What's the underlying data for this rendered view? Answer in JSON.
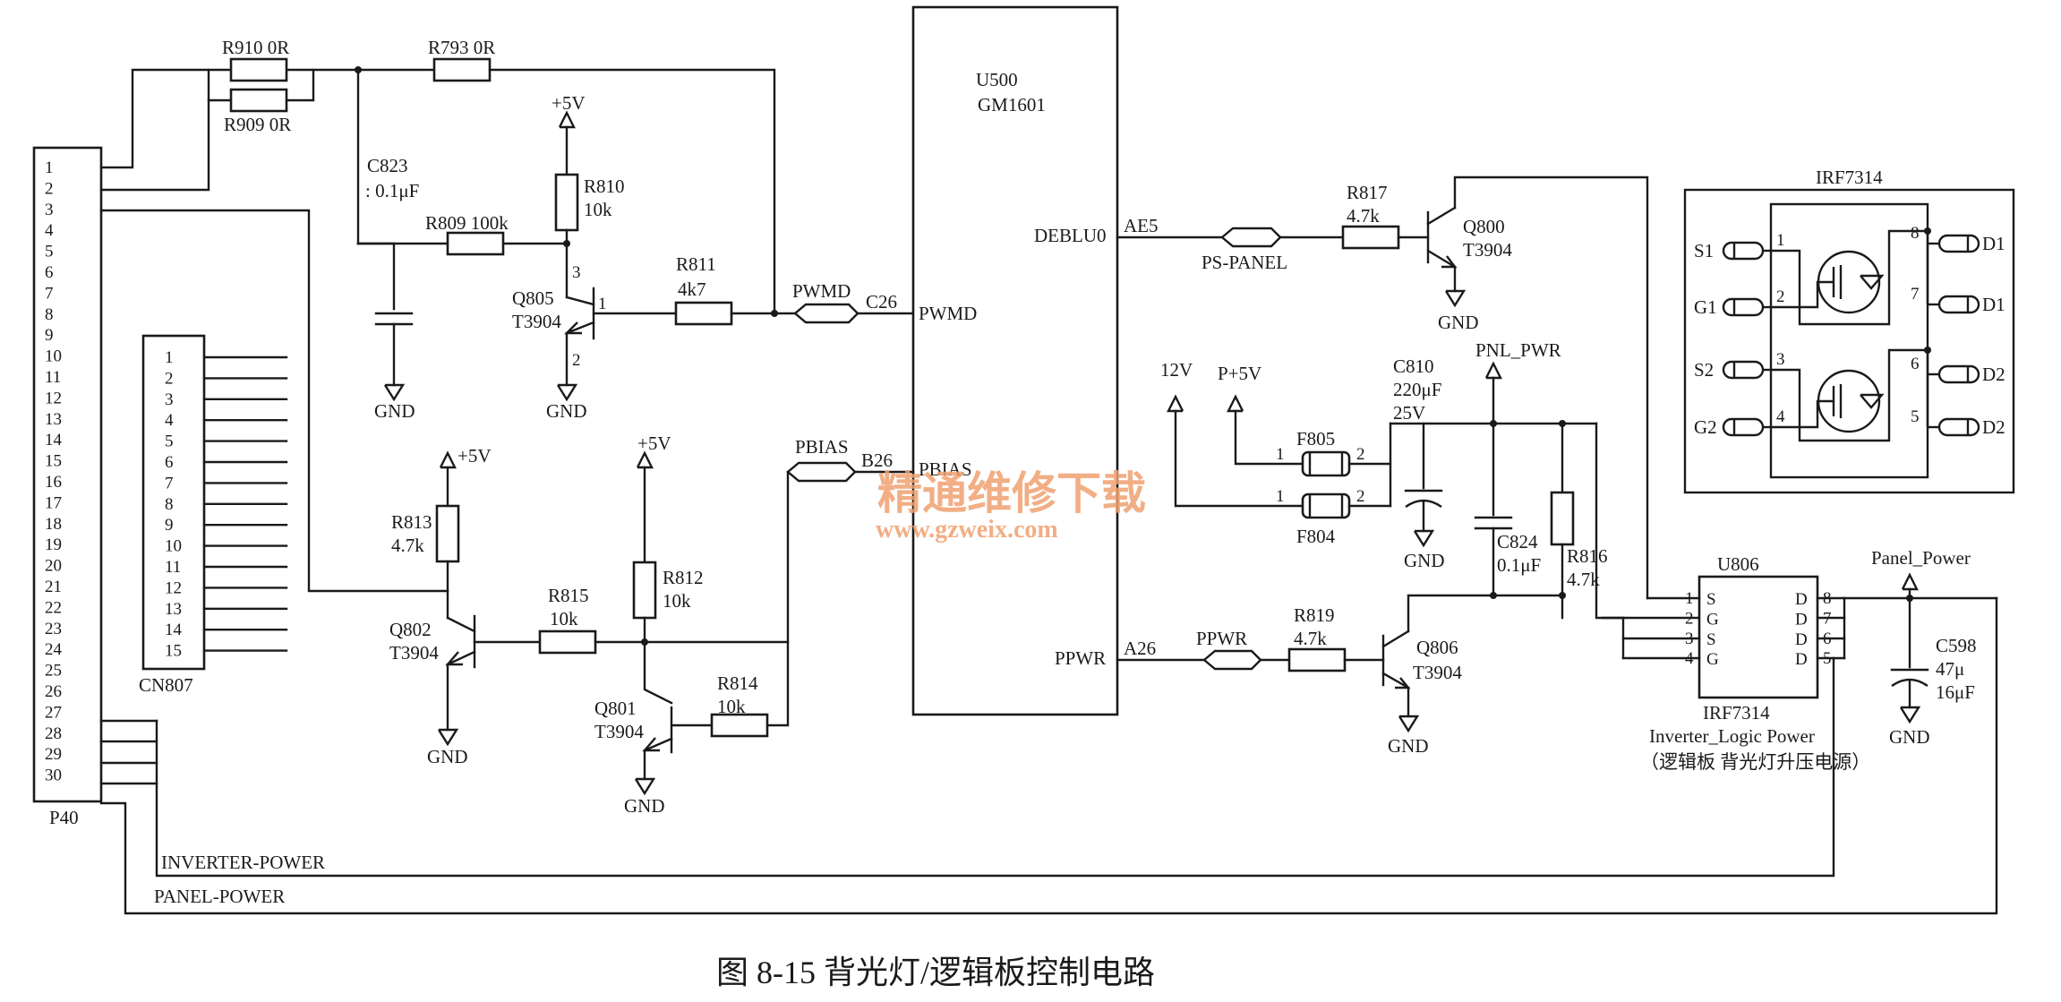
{
  "caption": "图 8-15   背光灯/逻辑板控制电路",
  "watermark": {
    "cn": "精通维修下载",
    "url": "www.gzweix.com",
    "color": "#f0a070"
  },
  "connector_p40": {
    "name": "P40",
    "pins": [
      "1",
      "2",
      "3",
      "4",
      "5",
      "6",
      "7",
      "8",
      "9",
      "10",
      "11",
      "12",
      "13",
      "14",
      "15",
      "16",
      "17",
      "18",
      "19",
      "20",
      "21",
      "22",
      "23",
      "24",
      "25",
      "26",
      "27",
      "28",
      "29",
      "30"
    ]
  },
  "connector_cn807": {
    "name": "CN807",
    "pins": [
      "1",
      "2",
      "3",
      "4",
      "5",
      "6",
      "7",
      "8",
      "9",
      "10",
      "11",
      "12",
      "13",
      "14",
      "15"
    ]
  },
  "ic_u500": {
    "ref": "U500",
    "part": "GM1601",
    "pin_deblu": "DEBLU0",
    "pin_pwmd": "PWMD",
    "pin_pbias": "PBIAS",
    "pin_ppwr": "PPWR"
  },
  "resistors": {
    "r910": "R910  0R",
    "r909": "R909  0R",
    "r793": "R793 0R",
    "r809": "R809 100k",
    "r810": "R810",
    "r810_val": "10k",
    "r811": "R811",
    "r811_val": "4k7",
    "r813": "R813",
    "r813_val": "4.7k",
    "r815": "R815",
    "r815_val": "10k",
    "r812": "R812",
    "r812_val": "10k",
    "r814": "R814",
    "r814_val": "10k",
    "r817": "R817",
    "r817_val": "4.7k",
    "r819": "R819",
    "r819_val": "4.7k",
    "r816": "R816",
    "r816_val": "4.7k"
  },
  "capacitors": {
    "c823": "C823",
    "c823_val": ": 0.1μF",
    "c810": "C810",
    "c810_val1": "220μF",
    "c810_val2": "25V",
    "c824": "C824",
    "c824_val": "0.1μF",
    "c598": "C598",
    "c598_val1": "47μ",
    "c598_val2": "16μF"
  },
  "transistors": {
    "q805": "Q805",
    "q802": "Q802",
    "q801": "Q801",
    "q800": "Q800",
    "q806": "Q806",
    "type": "T3904"
  },
  "ferrites": {
    "f805": "F805",
    "f804": "F804"
  },
  "nets": {
    "gnd": "GND",
    "plus5v": "+5V",
    "v12": "12V",
    "p5v": "P+5V",
    "pnl_pwr": "PNL_PWR",
    "panel_power": "Panel_Power",
    "ps_panel": "PS-PANEL",
    "pwmd": "PWMD",
    "pbias": "PBIAS",
    "ppwr": "PPWR",
    "inverter_power": "INVERTER-POWER",
    "panel_power_bus": "PANEL-POWER",
    "ae5": "AE5",
    "c26": "C26",
    "b26": "B26",
    "a26": "A26"
  },
  "u806": {
    "ref": "U806",
    "part": "IRF7314",
    "desc": "Inverter_Logic Power",
    "note": "（逻辑板  背光灯升压电源）",
    "left_pins": [
      {
        "num": "1",
        "name": "S"
      },
      {
        "num": "2",
        "name": "G"
      },
      {
        "num": "3",
        "name": "S"
      },
      {
        "num": "4",
        "name": "G"
      }
    ],
    "right_pins": [
      {
        "num": "8",
        "name": "D"
      },
      {
        "num": "7",
        "name": "D"
      },
      {
        "num": "6",
        "name": "D"
      },
      {
        "num": "5",
        "name": "D"
      }
    ]
  },
  "irf7314_inset": {
    "title": "IRF7314",
    "left": [
      {
        "name": "S1",
        "num": "1"
      },
      {
        "name": "G1",
        "num": "2"
      },
      {
        "name": "S2",
        "num": "3"
      },
      {
        "name": "G2",
        "num": "4"
      }
    ],
    "right": [
      {
        "name": "D1",
        "num": "8"
      },
      {
        "name": "D1",
        "num": "7"
      },
      {
        "name": "D2",
        "num": "6"
      },
      {
        "name": "D2",
        "num": "5"
      }
    ]
  },
  "pin_numbers": {
    "one": "1",
    "two": "2",
    "three": "3"
  }
}
